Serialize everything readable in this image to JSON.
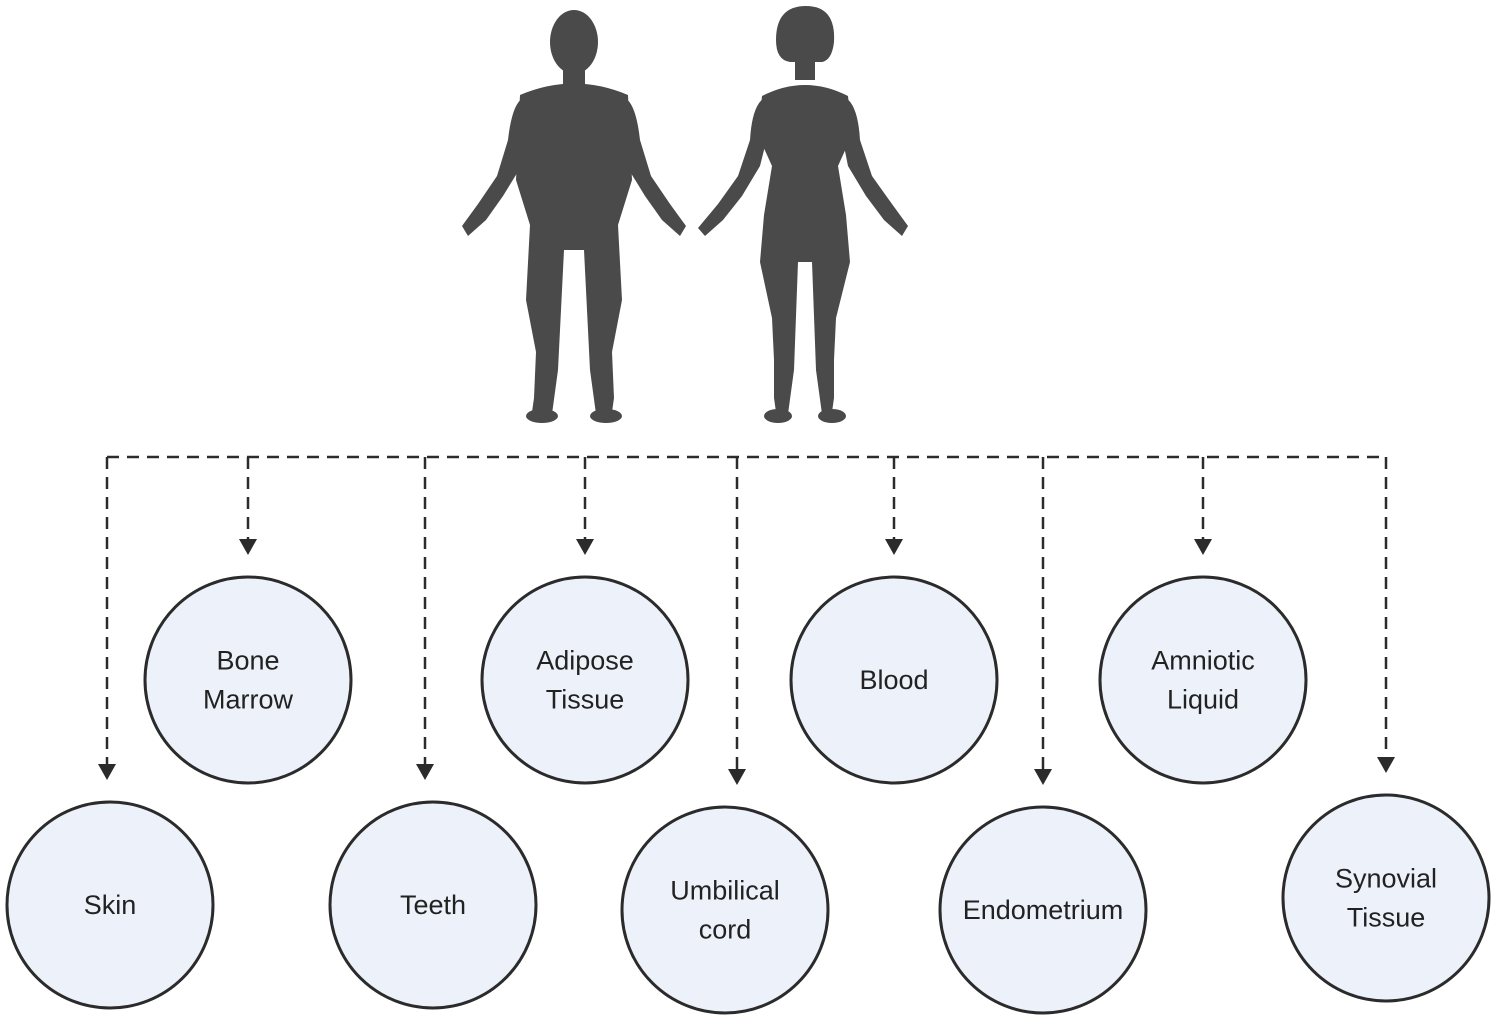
{
  "colors": {
    "silhouette": "#4a4a4a",
    "node_fill": "#edf2fa",
    "node_stroke": "#2b2b2b",
    "text": "#222222"
  },
  "figures": {
    "male": {
      "icon": "male-body-silhouette-icon"
    },
    "female": {
      "icon": "female-body-silhouette-icon"
    }
  },
  "sources": [
    {
      "id": "skin",
      "lines": [
        "Skin"
      ]
    },
    {
      "id": "bone-marrow",
      "lines": [
        "Bone",
        "Marrow"
      ]
    },
    {
      "id": "teeth",
      "lines": [
        "Teeth"
      ]
    },
    {
      "id": "adipose-tissue",
      "lines": [
        "Adipose",
        "Tissue"
      ]
    },
    {
      "id": "umbilical-cord",
      "lines": [
        "Umbilical",
        "cord"
      ]
    },
    {
      "id": "blood",
      "lines": [
        "Blood"
      ]
    },
    {
      "id": "endometrium",
      "lines": [
        "Endometrium"
      ]
    },
    {
      "id": "amniotic-liquid",
      "lines": [
        "Amniotic",
        "Liquid"
      ]
    },
    {
      "id": "synovial-tissue",
      "lines": [
        "Synovial",
        "Tissue"
      ]
    }
  ]
}
